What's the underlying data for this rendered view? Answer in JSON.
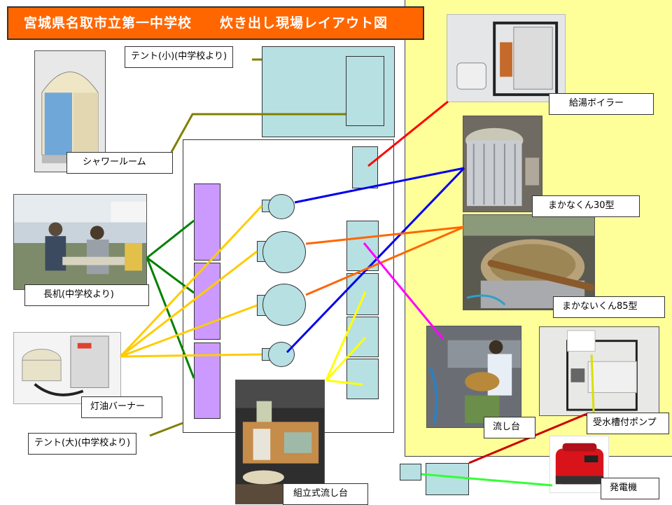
{
  "title": "宮城県名取市立第一中学校　　炊き出し現場レイアウト図",
  "labels": {
    "tent_small": "テント(小)(中学校より)",
    "shower_room": "シャワールーム",
    "long_desk": "長机(中学校より)",
    "kerosene_burner": "灯油バーナー",
    "tent_large": "テント(大)(中学校より)",
    "assembly_sink": "組立式流し台",
    "water_boiler": "給湯ボイラー",
    "makanakun30": "まかなくん30型",
    "makanaikun85": "まかないくん85型",
    "sink": "流し台",
    "pump": "受水槽付ポンプ",
    "generator": "発電機"
  },
  "colors": {
    "title_bg": "#ff6600",
    "yellow_zone": "#ffff99",
    "equipment": "#b7e0e3",
    "desk": "#cc99ff",
    "line_olive": "#808000",
    "line_red": "#ff0000",
    "line_blue": "#0000ee",
    "line_orange": "#ff6600",
    "line_green": "#008000",
    "line_yellow": "#ffcc00",
    "line_brightyellow": "#ffff00",
    "line_magenta": "#ff00ff",
    "line_lime": "#33ff33",
    "line_darkred": "#cc0000"
  }
}
